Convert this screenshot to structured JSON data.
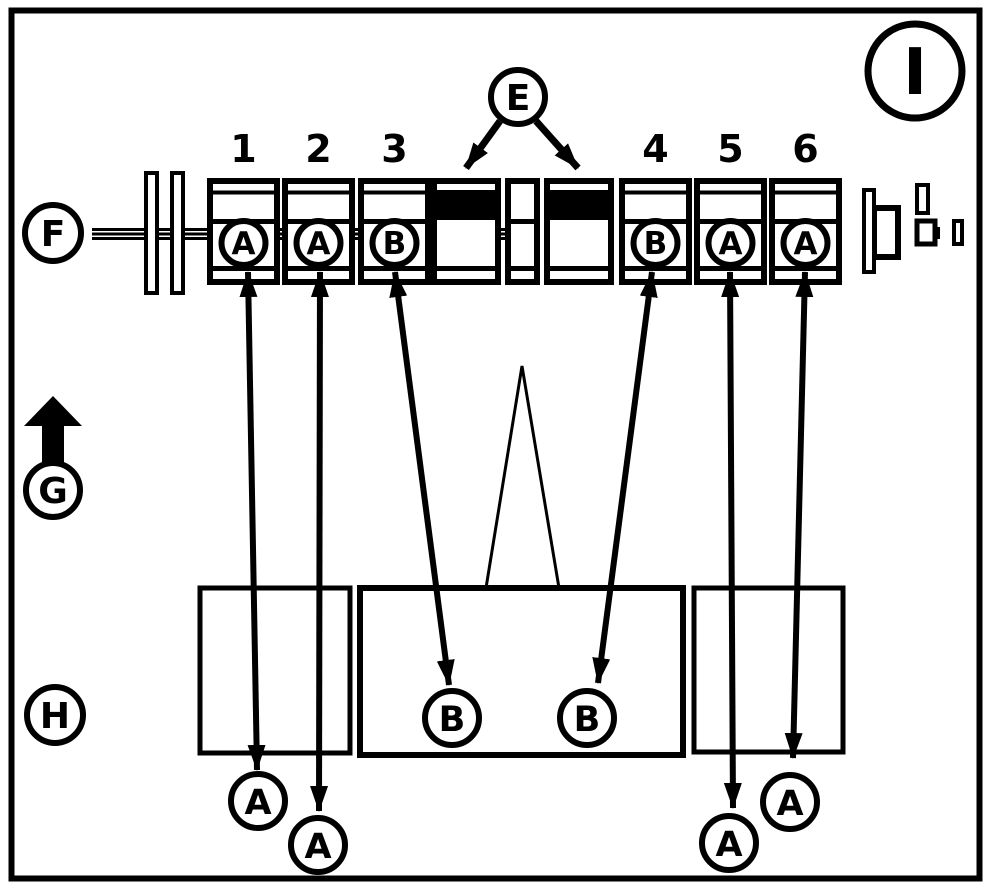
{
  "colors": {
    "ink": "#000000",
    "paper": "#ffffff"
  },
  "callouts": {
    "e": "E",
    "f": "F",
    "g": "G",
    "h": "H",
    "i": "I"
  },
  "cylinders": [
    {
      "number": "1",
      "code": "A"
    },
    {
      "number": "2",
      "code": "A"
    },
    {
      "number": "3",
      "code": "B"
    },
    {
      "number": "4",
      "code": "B"
    },
    {
      "number": "5",
      "code": "A"
    },
    {
      "number": "6",
      "code": "A"
    }
  ],
  "lower_codes": [
    "A",
    "A",
    "B",
    "B",
    "A",
    "A"
  ]
}
